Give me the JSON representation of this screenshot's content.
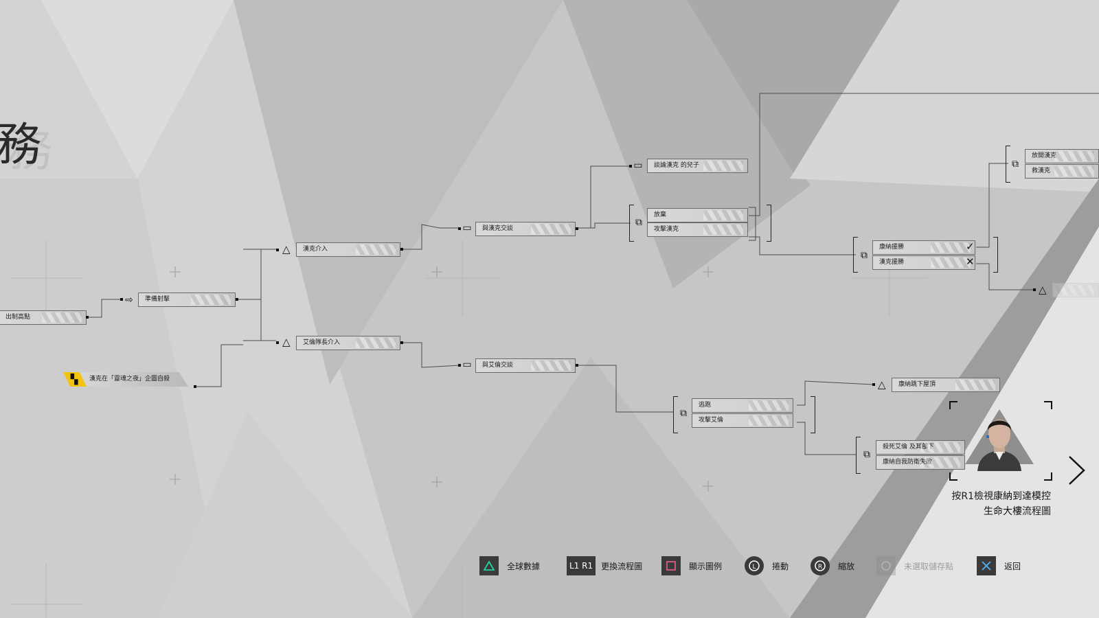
{
  "screen": {
    "title": "務"
  },
  "nodes": {
    "left_cut": "出制高點",
    "prepare_shoot": "準備射擊",
    "hank_intervene": "漢克介入",
    "allen_intervene": "艾倫隊長介入",
    "locked_node": "漢克在「靈魂之夜」企圖自殺",
    "talk_hank": "與漢克交談",
    "talk_allen": "與艾倫交談",
    "discuss_son": "談論漢克 的兒子",
    "give_up": "放棄",
    "attack_hank": "攻擊漢克",
    "connor_rescue": "康納援勝",
    "hank_rescue": "漢克援勝",
    "release_hank": "放開漢克",
    "save_hank": "救漢克",
    "escape": "逃跑",
    "attack_allen": "攻擊艾倫",
    "connor_jump": "康納跳下屋頂",
    "kill_allen": "殺死艾倫 及其部下",
    "connor_self_defense": "康納自我防衛失敗"
  },
  "preview": {
    "caption_prefix": "按R1檢視",
    "caption_highlight": "康納到達模控",
    "caption_line2_highlight": "生命大樓",
    "caption_line2_suffix": "流程圖"
  },
  "footer": {
    "global_data": "全球數據",
    "switch_key": "L1 R1",
    "switch_flow": "更換流程圖",
    "show_legend": "顯示圖例",
    "pan": "捲動",
    "zoom": "縮放",
    "no_checkpoint": "未選取儲存點",
    "back": "返回"
  },
  "colors": {
    "locked_tag": "#f2c40f",
    "triangle_key": "#2bd1a0",
    "square_key": "#e05a8b",
    "cross_key": "#4fb3ff"
  },
  "icons": {
    "check": "✓",
    "cross": "✕"
  }
}
